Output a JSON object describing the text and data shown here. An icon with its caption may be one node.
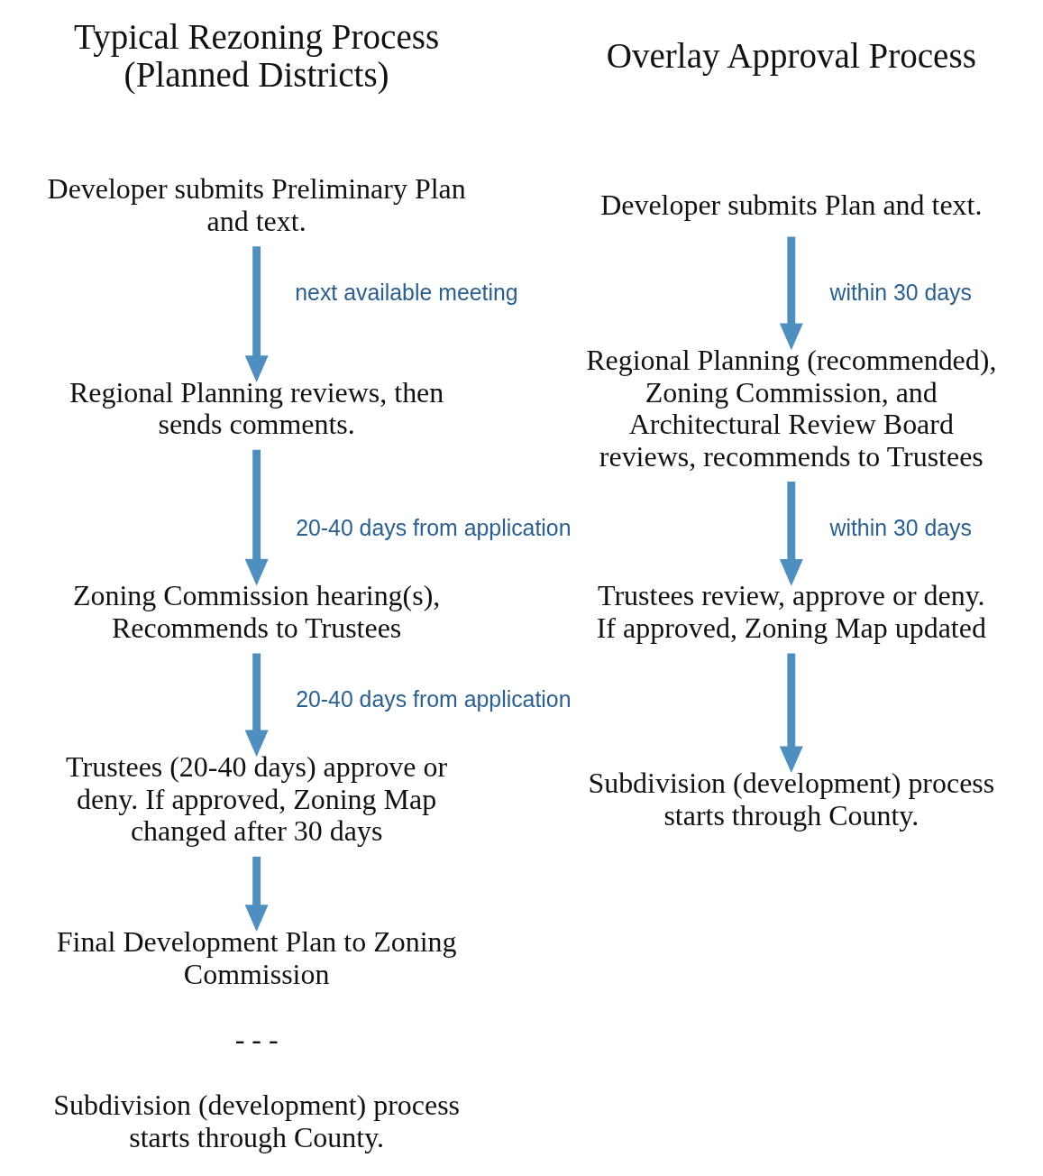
{
  "diagram": {
    "nodes": [
      {
        "text": [
          "Developer submits Preliminary Plan and text."
        ]
      },
      {
        "text": [
          "Regional Planning reviews, then sends comments."
        ]
      },
      {
        "text": [
          "Zoning Commission hearing(s), Recommends to Trustees"
        ]
      },
      {
        "text": [
          "Trustees (20-40 days) approve or deny. If approved, Zoning Map changed after 30 days"
        ]
      },
      {
        "text": [
          "Final Development Plan to Zoning Commission",
          "- - -",
          "Subdivision (development) process starts through County."
        ]
      },
      {
        "text": [
          "Developer submits Plan and text."
        ]
      },
      {
        "text": [
          "Regional Planning (recommended), Zoning Commission, and Architectural Review Board reviews, recommends to Trustees"
        ]
      },
      {
        "text": [
          "Trustees review, approve or deny. If approved, Zoning Map updated"
        ]
      },
      {
        "text": [
          "Subdivision (development) process starts through County."
        ]
      }
    ],
    "edges": [
      {
        "from": 0,
        "to": 1,
        "arrow": "to",
        "label": "next available meeting"
      },
      {
        "from": 1,
        "to": 2,
        "arrow": "to",
        "label": "20-40 days from application"
      },
      {
        "from": 2,
        "to": 3,
        "arrow": "to",
        "label": "20-40 days from application"
      },
      {
        "from": 3,
        "to": 4,
        "arrow": "to"
      },
      {
        "from": 5,
        "to": 6,
        "arrow": "to",
        "label": "within 30 days"
      },
      {
        "from": 6,
        "to": 7,
        "arrow": "to",
        "label": "within 30 days"
      },
      {
        "from": 7,
        "to": 8,
        "arrow": "to"
      }
    ],
    "labels": [
      "Typical Rezoning Process (Planned Districts)",
      "Overlay Approval Process"
    ]
  }
}
